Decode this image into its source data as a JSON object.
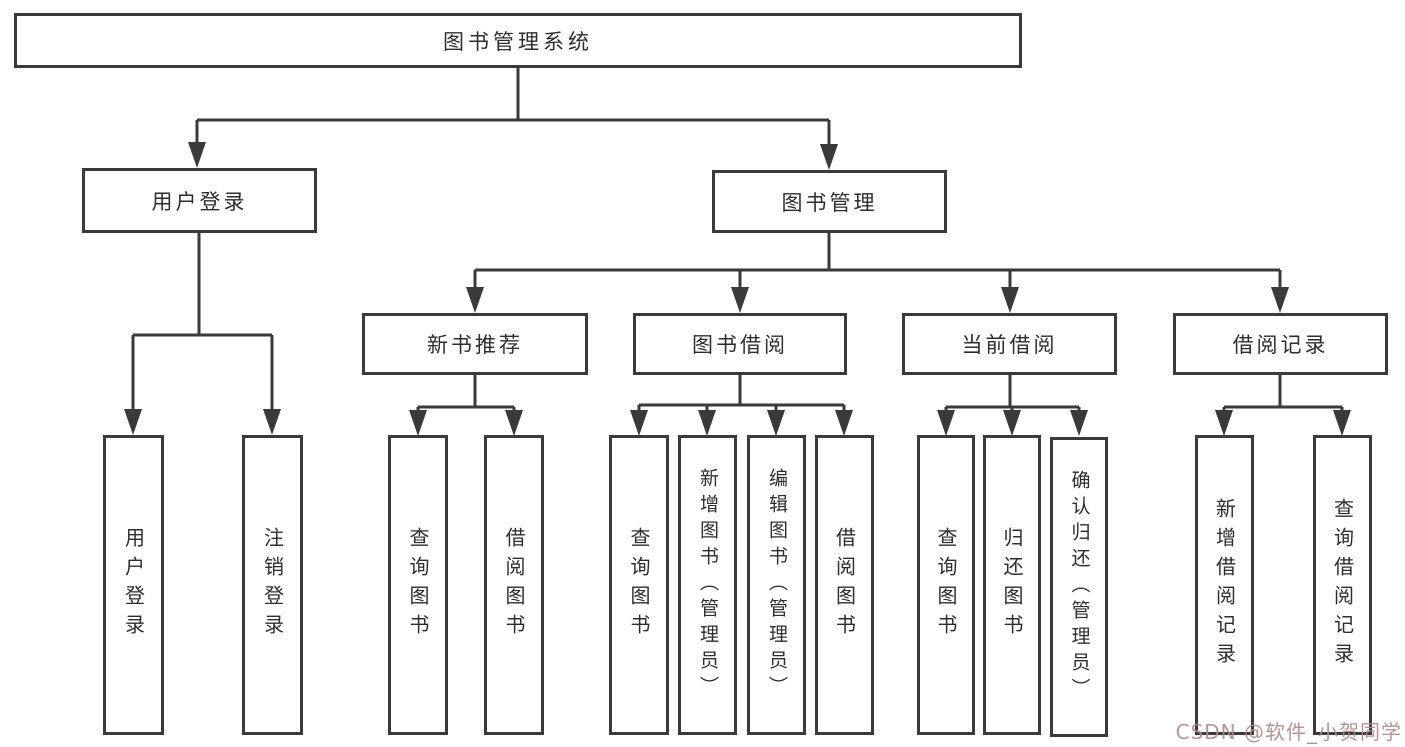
{
  "diagram_type": "hierarchy-tree",
  "tree": {
    "label": "图书管理系统",
    "children": [
      {
        "label": "用户登录",
        "children": [
          {
            "label": "用户登录"
          },
          {
            "label": "注销登录"
          }
        ]
      },
      {
        "label": "图书管理",
        "children": [
          {
            "label": "新书推荐",
            "children": [
              {
                "label": "查询图书"
              },
              {
                "label": "借阅图书"
              }
            ]
          },
          {
            "label": "图书借阅",
            "children": [
              {
                "label": "查询图书"
              },
              {
                "label": "新增图书（管理员）"
              },
              {
                "label": "编辑图书（管理员）"
              },
              {
                "label": "借阅图书"
              }
            ]
          },
          {
            "label": "当前借阅",
            "children": [
              {
                "label": "查询图书"
              },
              {
                "label": "归还图书"
              },
              {
                "label": "确认归还（管理员）"
              }
            ]
          },
          {
            "label": "借阅记录",
            "children": [
              {
                "label": "新增借阅记录"
              },
              {
                "label": "查询借阅记录"
              }
            ]
          }
        ]
      }
    ]
  },
  "watermark": {
    "text": "CSDN @软件_小贺同学"
  },
  "colors": {
    "line": "#3a3a3a",
    "box_border": "#3a3a3a",
    "box_fill": "#ffffff",
    "text": "#2e2e2e",
    "watermark": "#b1888b"
  }
}
